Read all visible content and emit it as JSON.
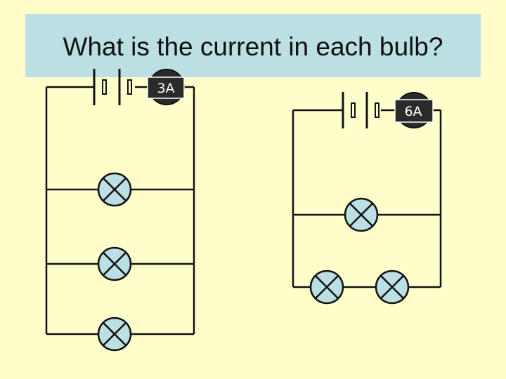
{
  "slide": {
    "title": "What is the current in each bulb?",
    "colors": {
      "background": "#ffffcc",
      "title_band": "#bbdfe2",
      "bulb_fill": "#bbdfe2",
      "ammeter_fill": "#2a2a2a",
      "wire": "#111111"
    }
  },
  "circuits": {
    "left": {
      "ammeter_reading": "3A",
      "bulb_count": 3,
      "arrangement": "three bulbs in parallel"
    },
    "right": {
      "ammeter_reading": "6A",
      "bulb_count": 3,
      "arrangement": "one bulb in parallel with two bulbs in series"
    }
  },
  "icons": {
    "cell": "cell-icon",
    "bulb": "bulb-icon",
    "ammeter": "ammeter-icon"
  }
}
